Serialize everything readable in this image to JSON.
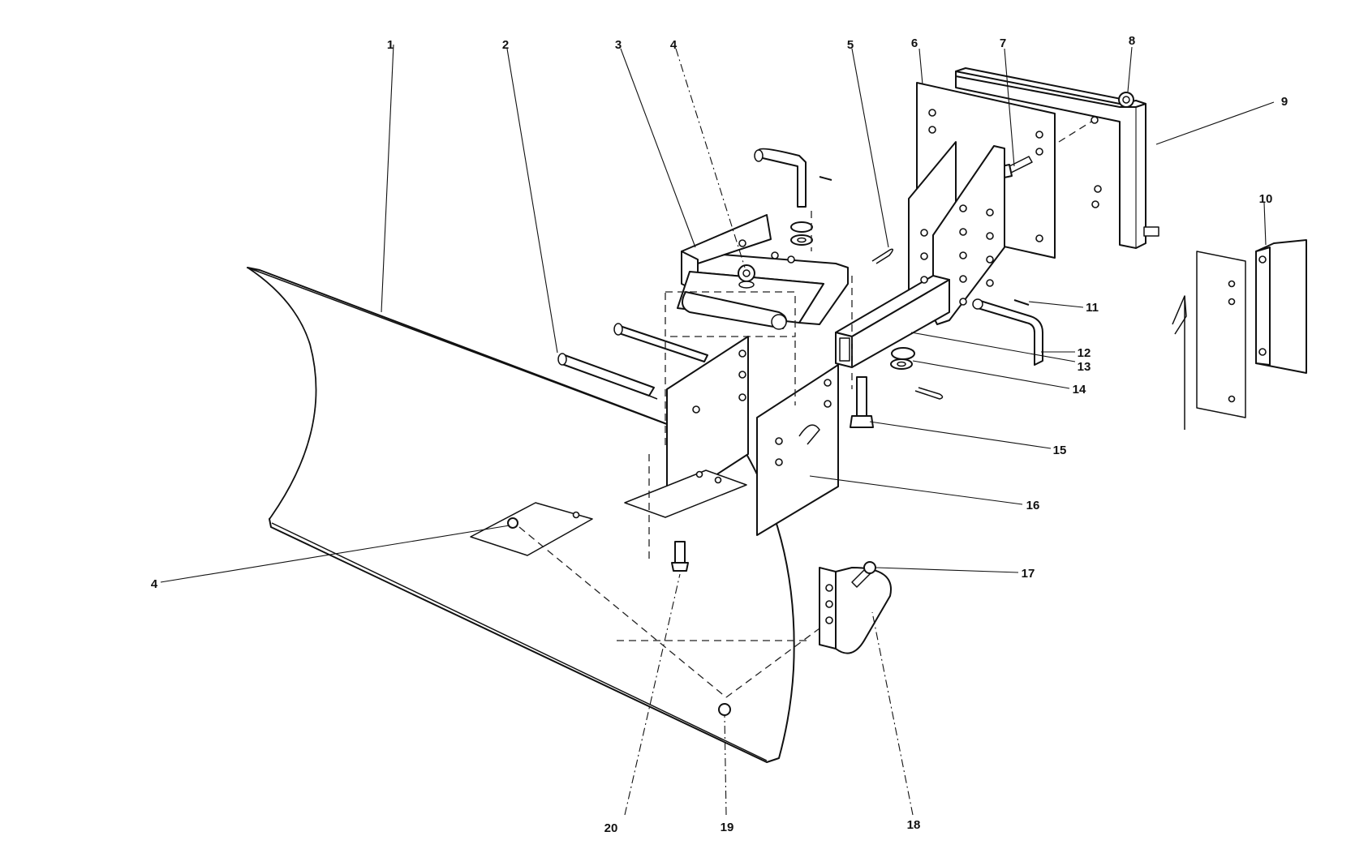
{
  "diagram": {
    "type": "exploded-parts-view",
    "callouts": [
      {
        "id": "c1",
        "label": "1"
      },
      {
        "id": "c2",
        "label": "2"
      },
      {
        "id": "c3",
        "label": "3"
      },
      {
        "id": "c4a",
        "label": "4"
      },
      {
        "id": "c5",
        "label": "5"
      },
      {
        "id": "c6",
        "label": "6"
      },
      {
        "id": "c7",
        "label": "7"
      },
      {
        "id": "c8",
        "label": "8"
      },
      {
        "id": "c9",
        "label": "9"
      },
      {
        "id": "c10",
        "label": "10"
      },
      {
        "id": "c11",
        "label": "11"
      },
      {
        "id": "c12",
        "label": "12"
      },
      {
        "id": "c13",
        "label": "13"
      },
      {
        "id": "c14",
        "label": "14"
      },
      {
        "id": "c15",
        "label": "15"
      },
      {
        "id": "c16",
        "label": "16"
      },
      {
        "id": "c4b",
        "label": "4"
      },
      {
        "id": "c17",
        "label": "17"
      },
      {
        "id": "c18",
        "label": "18"
      },
      {
        "id": "c19",
        "label": "19"
      },
      {
        "id": "c20",
        "label": "20"
      }
    ],
    "colors": {
      "line": "#111111",
      "paper": "#ffffff"
    }
  }
}
